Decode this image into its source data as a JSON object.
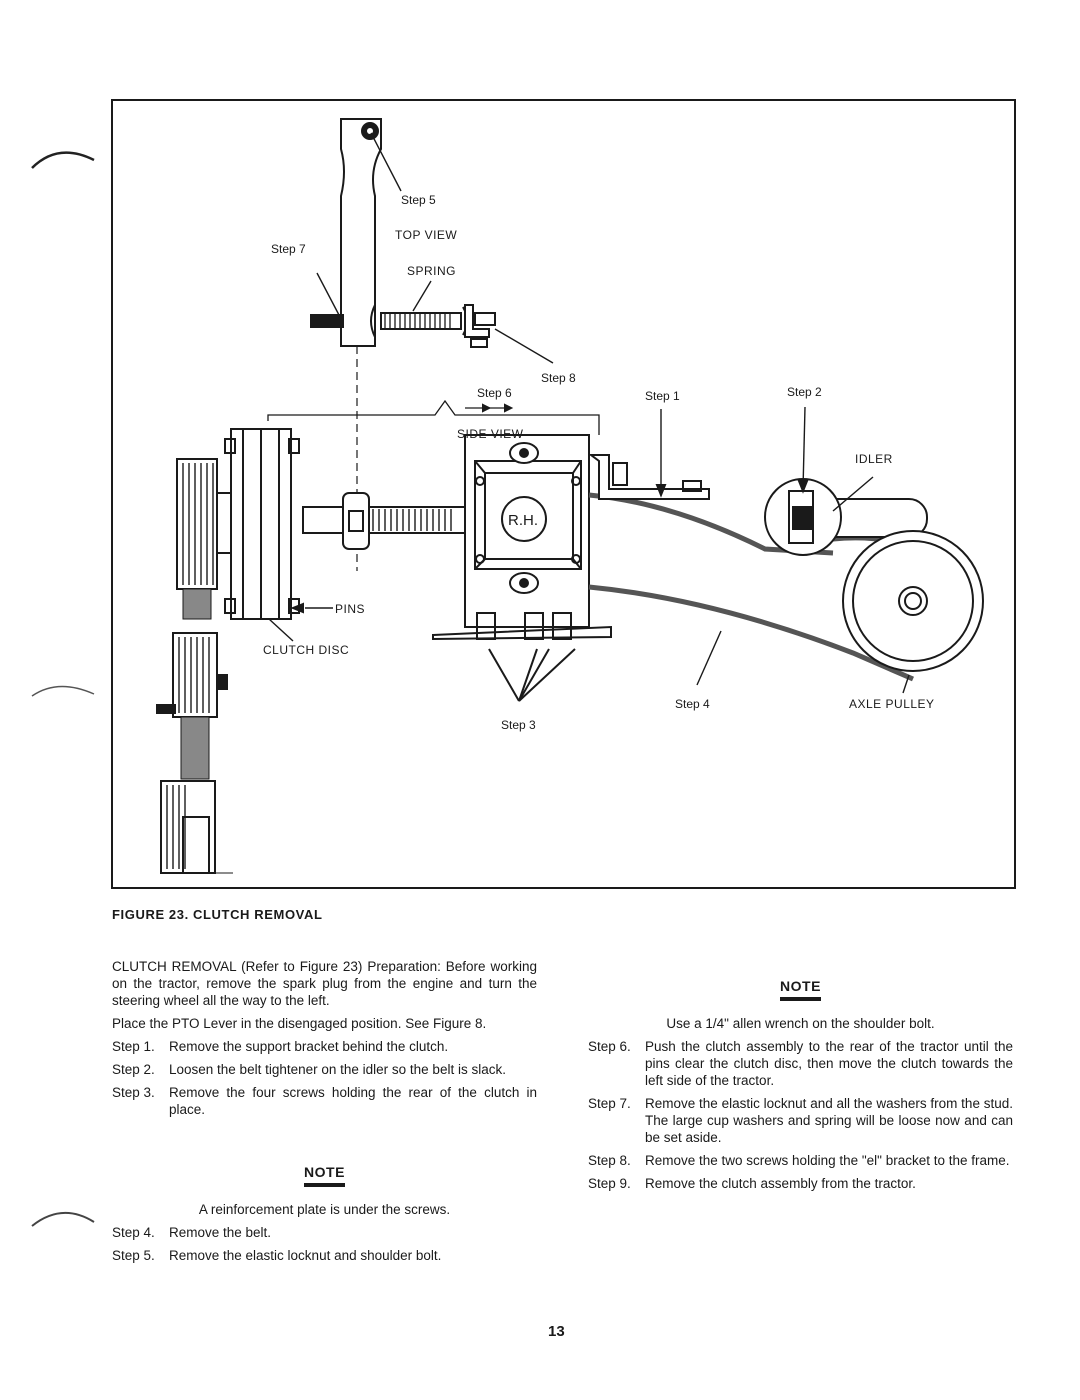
{
  "figure": {
    "caption": "FIGURE 23. CLUTCH REMOVAL",
    "labels": {
      "step5": "Step 5",
      "top_view": "TOP VIEW",
      "step7": "Step 7",
      "spring": "SPRING",
      "step8": "Step 8",
      "step6": "Step 6",
      "step1": "Step 1",
      "step2": "Step 2",
      "side_view": "SIDE VIEW",
      "idler": "IDLER",
      "pins": "PINS",
      "clutch_disc": "CLUTCH DISC",
      "step4": "Step 4",
      "axle_pulley": "AXLE PULLEY",
      "step3": "Step 3",
      "rh": "R.H."
    }
  },
  "left_column": {
    "intro": "CLUTCH REMOVAL (Refer to Figure 23) Preparation: Before working on the tractor, remove the spark plug from the engine and turn the steering wheel all the way to the left.",
    "pto": "Place the PTO Lever in the disengaged position. See Figure 8.",
    "steps_a": [
      {
        "num": "Step 1.",
        "text": "Remove the support bracket behind the clutch."
      },
      {
        "num": "Step 2.",
        "text": "Loosen the belt tightener on the idler so the belt is slack."
      },
      {
        "num": "Step 3.",
        "text": "Remove the four screws holding the rear of the clutch in place."
      }
    ],
    "note_heading": "NOTE",
    "note_text": "A reinforcement plate is under the screws.",
    "steps_b": [
      {
        "num": "Step 4.",
        "text": "Remove the belt."
      },
      {
        "num": "Step 5.",
        "text": "Remove the elastic locknut and shoulder bolt."
      }
    ]
  },
  "right_column": {
    "note_heading": "NOTE",
    "note_text": "Use a 1/4\" allen wrench on the shoulder bolt.",
    "steps": [
      {
        "num": "Step 6.",
        "text": "Push the clutch assembly to the rear of the tractor until the pins clear the clutch disc, then move the clutch towards the left side of the tractor."
      },
      {
        "num": "Step 7.",
        "text": "Remove the elastic locknut and all the washers from the stud. The large cup washers and spring will be loose now and can be set aside."
      },
      {
        "num": "Step 8.",
        "text": "Remove the two screws holding the \"el\" bracket to the frame."
      },
      {
        "num": "Step 9.",
        "text": "Remove the clutch assembly from the tractor."
      }
    ]
  },
  "page_number": "13"
}
